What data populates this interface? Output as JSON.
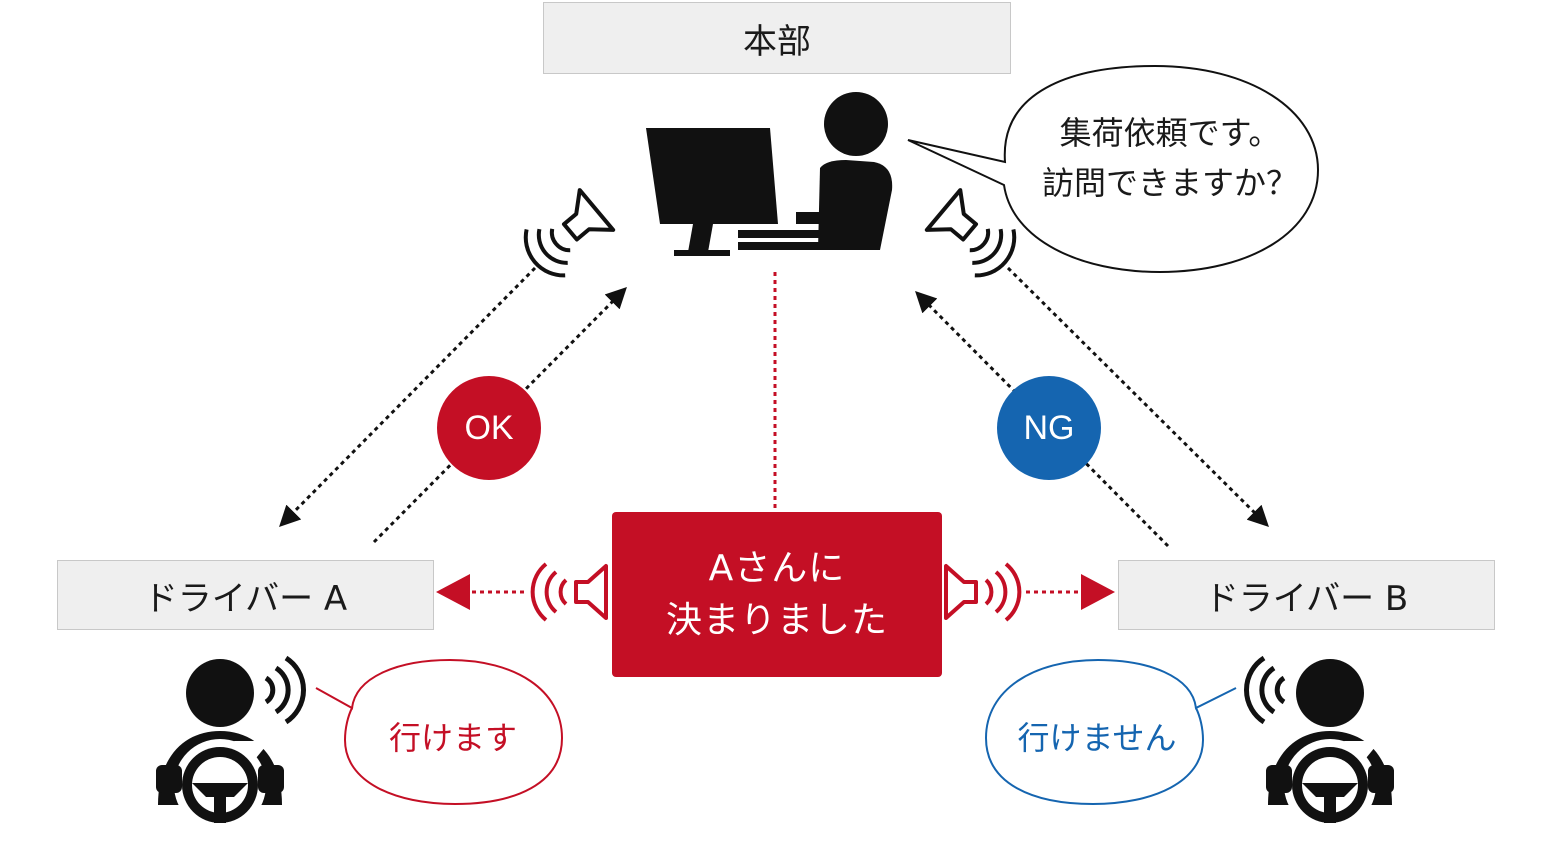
{
  "headquarters": {
    "label": "本部",
    "speech": [
      "集荷依頼です。",
      "訪問できますか？"
    ]
  },
  "drivers": [
    {
      "label": "ドライバー A",
      "reply": "行けます",
      "reply_color": "#c40f25"
    },
    {
      "label": "ドライバー B",
      "reply": "行けません",
      "reply_color": "#1565b0"
    }
  ],
  "badges": {
    "ok": {
      "label": "OK",
      "color": "#c40f25"
    },
    "ng": {
      "label": "NG",
      "color": "#1565b0"
    }
  },
  "decision": {
    "lines": [
      "Aさんに",
      "決まりました"
    ],
    "color": "#c40f25"
  },
  "icons": [
    "operator-at-computer-icon",
    "megaphone-icon",
    "driver-icon",
    "sound-wave-icon",
    "arrow-icon"
  ]
}
